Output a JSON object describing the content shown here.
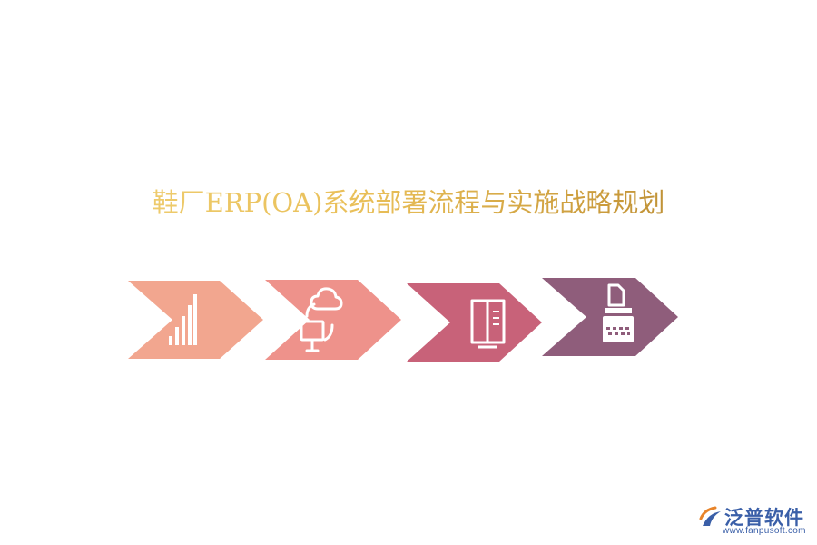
{
  "title": "鞋厂ERP(OA)系统部署流程与实施战略规划",
  "steps": [
    {
      "color": "#f2a68f",
      "icon": "bar-chart-icon"
    },
    {
      "color": "#ee928b",
      "icon": "cloud-sync-monitor-icon"
    },
    {
      "color": "#c86279",
      "icon": "book-icon"
    },
    {
      "color": "#8f5d7b",
      "icon": "typewriter-icon"
    }
  ],
  "logo": {
    "name": "泛普软件",
    "url": "www.fanpusoft.com"
  }
}
